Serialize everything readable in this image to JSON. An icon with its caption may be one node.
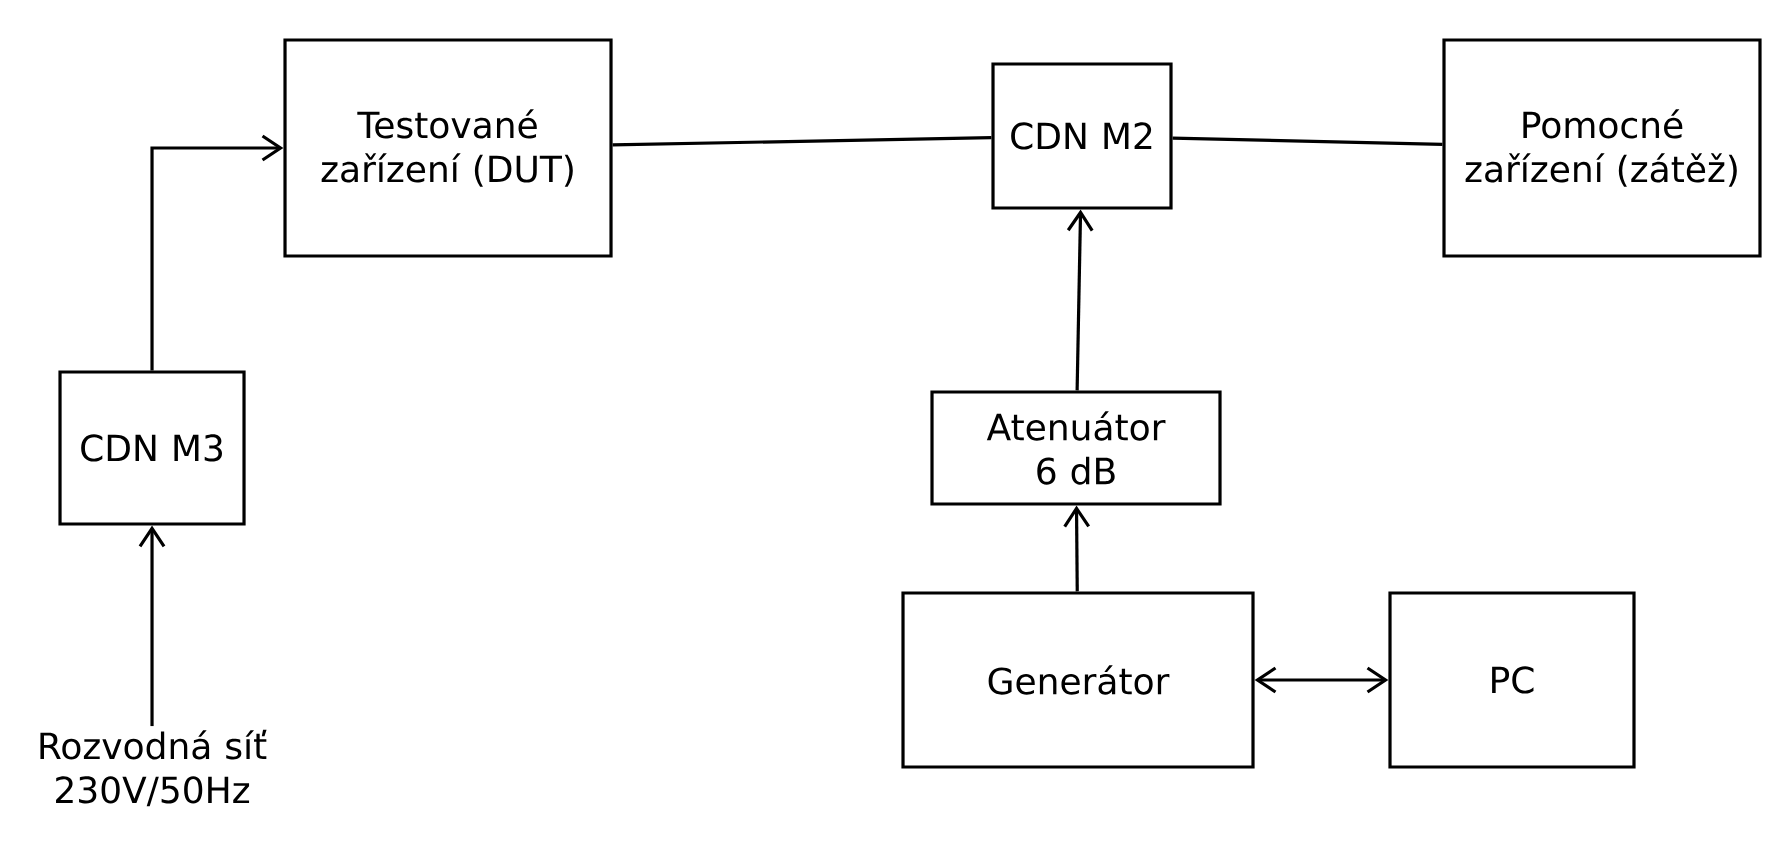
{
  "diagram": {
    "nodes": [
      {
        "text": [
          "Testované zařízení (DUT)"
        ]
      },
      {
        "text": [
          "CDN M2"
        ]
      },
      {
        "text": [
          "Pomocné zařízení (zátěž)"
        ]
      },
      {
        "text": [
          "CDN M3"
        ]
      },
      {
        "text": [
          "Atenuátor 6 dB"
        ]
      },
      {
        "text": [
          "Generátor"
        ]
      },
      {
        "text": [
          "PC"
        ]
      },
      {
        "text": [
          "Rozvodná síť 230V/50Hz"
        ]
      }
    ],
    "edges": [
      {
        "from": 3,
        "to": 0,
        "arrow": "to"
      },
      {
        "from": 0,
        "to": 1,
        "arrow": "none"
      },
      {
        "from": 1,
        "to": 2,
        "arrow": "none"
      },
      {
        "from": 4,
        "to": 1,
        "arrow": "to"
      },
      {
        "from": 5,
        "to": 4,
        "arrow": "to"
      },
      {
        "from": 5,
        "to": 6,
        "arrow": "both"
      },
      {
        "from": 7,
        "to": 3,
        "arrow": "to"
      }
    ]
  }
}
